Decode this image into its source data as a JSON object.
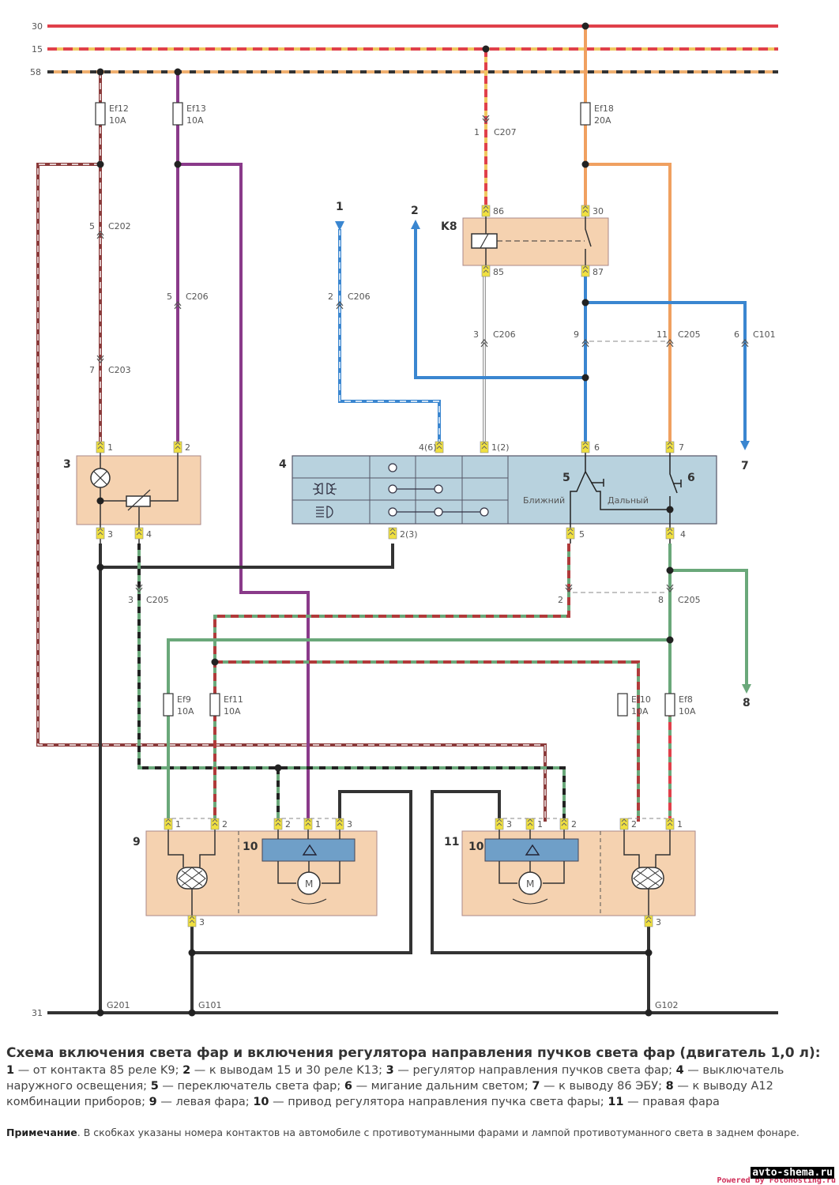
{
  "buses": [
    {
      "id": "30",
      "label": "30",
      "color": "#e0404a",
      "style": "solid"
    },
    {
      "id": "15",
      "label": "15",
      "color": "#e0404a",
      "stripe": "#f0c860",
      "style": "dashed"
    },
    {
      "id": "58",
      "label": "58",
      "color": "#333333",
      "stripe": "#f0b070",
      "style": "dashed"
    },
    {
      "id": "31",
      "label": "31",
      "color": "#333333",
      "style": "solid"
    }
  ],
  "fuses": [
    {
      "id": "Ef12",
      "name": "Ef12",
      "rating": "10A"
    },
    {
      "id": "Ef13",
      "name": "Ef13",
      "rating": "10A"
    },
    {
      "id": "Ef18",
      "name": "Ef18",
      "rating": "20A"
    },
    {
      "id": "Ef9",
      "name": "Ef9",
      "rating": "10A"
    },
    {
      "id": "Ef11",
      "name": "Ef11",
      "rating": "10A"
    },
    {
      "id": "Ef10",
      "name": "Ef10",
      "rating": "10A"
    },
    {
      "id": "Ef8",
      "name": "Ef8",
      "rating": "10A"
    }
  ],
  "connectors": {
    "c202": {
      "pin": "5",
      "name": "C202"
    },
    "c203": {
      "pin": "7",
      "name": "C203"
    },
    "c206a": {
      "pin": "5",
      "name": "C206"
    },
    "c206b": {
      "pin": "2",
      "name": "C206"
    },
    "c206c": {
      "pin": "3",
      "name": "C206"
    },
    "c207": {
      "pin": "1",
      "name": "C207"
    },
    "c205a": {
      "pin": "9",
      "name": ""
    },
    "c205b": {
      "pin": "11",
      "name": "C205"
    },
    "c101": {
      "pin": "6",
      "name": "C101"
    },
    "c205c": {
      "pin": "3",
      "name": "C205"
    },
    "c205d": {
      "pin": "2",
      "name": ""
    },
    "c205e": {
      "pin": "8",
      "name": "C205"
    }
  },
  "components": {
    "relay": {
      "label": "K8",
      "pins": [
        "86",
        "30",
        "85",
        "87"
      ]
    },
    "regulator": {
      "label": "3",
      "pins": [
        "1",
        "2",
        "3",
        "4"
      ]
    },
    "switch": {
      "label": "4",
      "pins": [
        "4(6)",
        "1(2)",
        "6",
        "7",
        "2(3)",
        "5",
        "4"
      ],
      "sub5": "5",
      "sub6": "6",
      "low": "Ближний",
      "high": "Дальный"
    },
    "left_headlamp": {
      "label": "9",
      "actuator": "10",
      "pins": [
        "1",
        "2",
        "2",
        "1",
        "3",
        "3"
      ]
    },
    "right_headlamp": {
      "label": "11",
      "actuator": "10",
      "pins": [
        "3",
        "1",
        "2",
        "2",
        "1",
        "3"
      ]
    },
    "motor": "M"
  },
  "arrows": {
    "a1": "1",
    "a2": "2",
    "a7": "7",
    "a8": "8"
  },
  "grounds": {
    "g201": "G201",
    "g101": "G101",
    "g102": "G102"
  },
  "caption": {
    "title": "Схема включения света фар и включения регулятора направления пучков света фар (двигатель 1,0 л):",
    "items": [
      {
        "num": "1",
        "text": " — от контакта 85 реле K9; "
      },
      {
        "num": "2",
        "text": " — к выводам 15 и 30 реле K13; "
      },
      {
        "num": "3",
        "text": " — регулятор направления пучков света фар; "
      },
      {
        "num": "4",
        "text": " — выключатель наружного освещения; "
      },
      {
        "num": "5",
        "text": " — переключатель света фар; "
      },
      {
        "num": "6",
        "text": " — мигание дальним светом; "
      },
      {
        "num": "7",
        "text": " — к выводу 86 ЭБУ; "
      },
      {
        "num": "8",
        "text": " — к выводу A12 комбинации приборов; "
      },
      {
        "num": "9",
        "text": " — левая фара; "
      },
      {
        "num": "10",
        "text": " — привод регулятора направления пучка света фары; "
      },
      {
        "num": "11",
        "text": " — правая фара"
      }
    ],
    "note_label": "Примечание",
    "note_text": ". В скобках указаны номера контактов на автомобиле с противотуманными фарами и лампой противотуманного света в заднем фонаре."
  },
  "watermark": {
    "powered": "Powered by FotoHosting.ru",
    "site": "avto-shema.ru"
  },
  "colors": {
    "red": "#e0404a",
    "brown": "#8b3a3a",
    "purple": "#8a3a8a",
    "blue": "#3a86d0",
    "orange": "#f0a060",
    "green": "#6aa87a",
    "dark": "#333333",
    "tan": "#f5d2b0",
    "panel": "#b8d2de"
  }
}
